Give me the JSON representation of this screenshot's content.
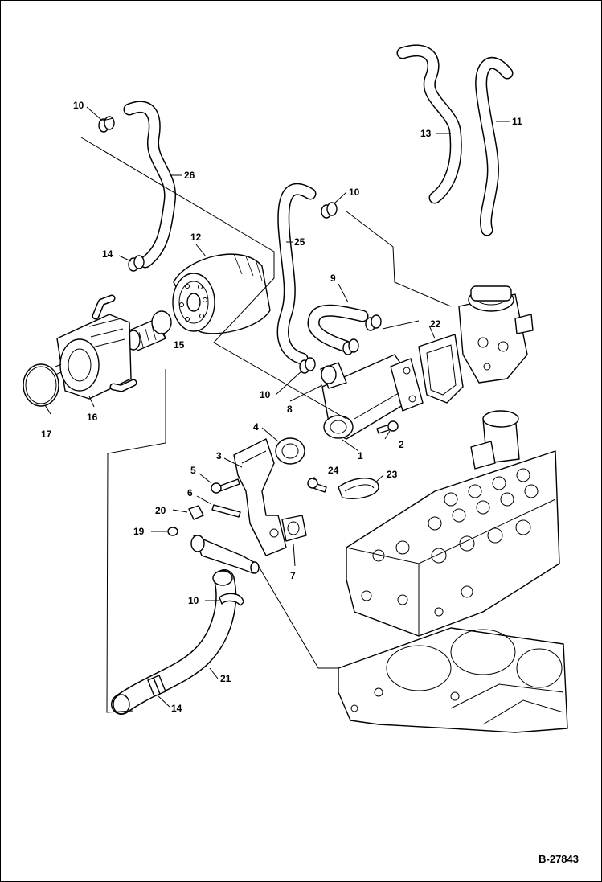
{
  "diagram": {
    "drawing_code": "B-27843",
    "callouts": [
      {
        "id": "c10a",
        "label": "10"
      },
      {
        "id": "c26",
        "label": "26"
      },
      {
        "id": "c13",
        "label": "13"
      },
      {
        "id": "c11",
        "label": "11"
      },
      {
        "id": "c10b",
        "label": "10"
      },
      {
        "id": "c12",
        "label": "12"
      },
      {
        "id": "c14a",
        "label": "14"
      },
      {
        "id": "c25",
        "label": "25"
      },
      {
        "id": "c9",
        "label": "9"
      },
      {
        "id": "c22",
        "label": "22"
      },
      {
        "id": "c15",
        "label": "15"
      },
      {
        "id": "c10c",
        "label": "10"
      },
      {
        "id": "c8",
        "label": "8"
      },
      {
        "id": "c17",
        "label": "17"
      },
      {
        "id": "c16",
        "label": "16"
      },
      {
        "id": "c4",
        "label": "4"
      },
      {
        "id": "c1",
        "label": "1"
      },
      {
        "id": "c2",
        "label": "2"
      },
      {
        "id": "c3",
        "label": "3"
      },
      {
        "id": "c5",
        "label": "5"
      },
      {
        "id": "c24",
        "label": "24"
      },
      {
        "id": "c23",
        "label": "23"
      },
      {
        "id": "c6",
        "label": "6"
      },
      {
        "id": "c20",
        "label": "20"
      },
      {
        "id": "c19",
        "label": "19"
      },
      {
        "id": "c7",
        "label": "7"
      },
      {
        "id": "c10d",
        "label": "10"
      },
      {
        "id": "c21",
        "label": "21"
      },
      {
        "id": "c14b",
        "label": "14"
      }
    ]
  }
}
